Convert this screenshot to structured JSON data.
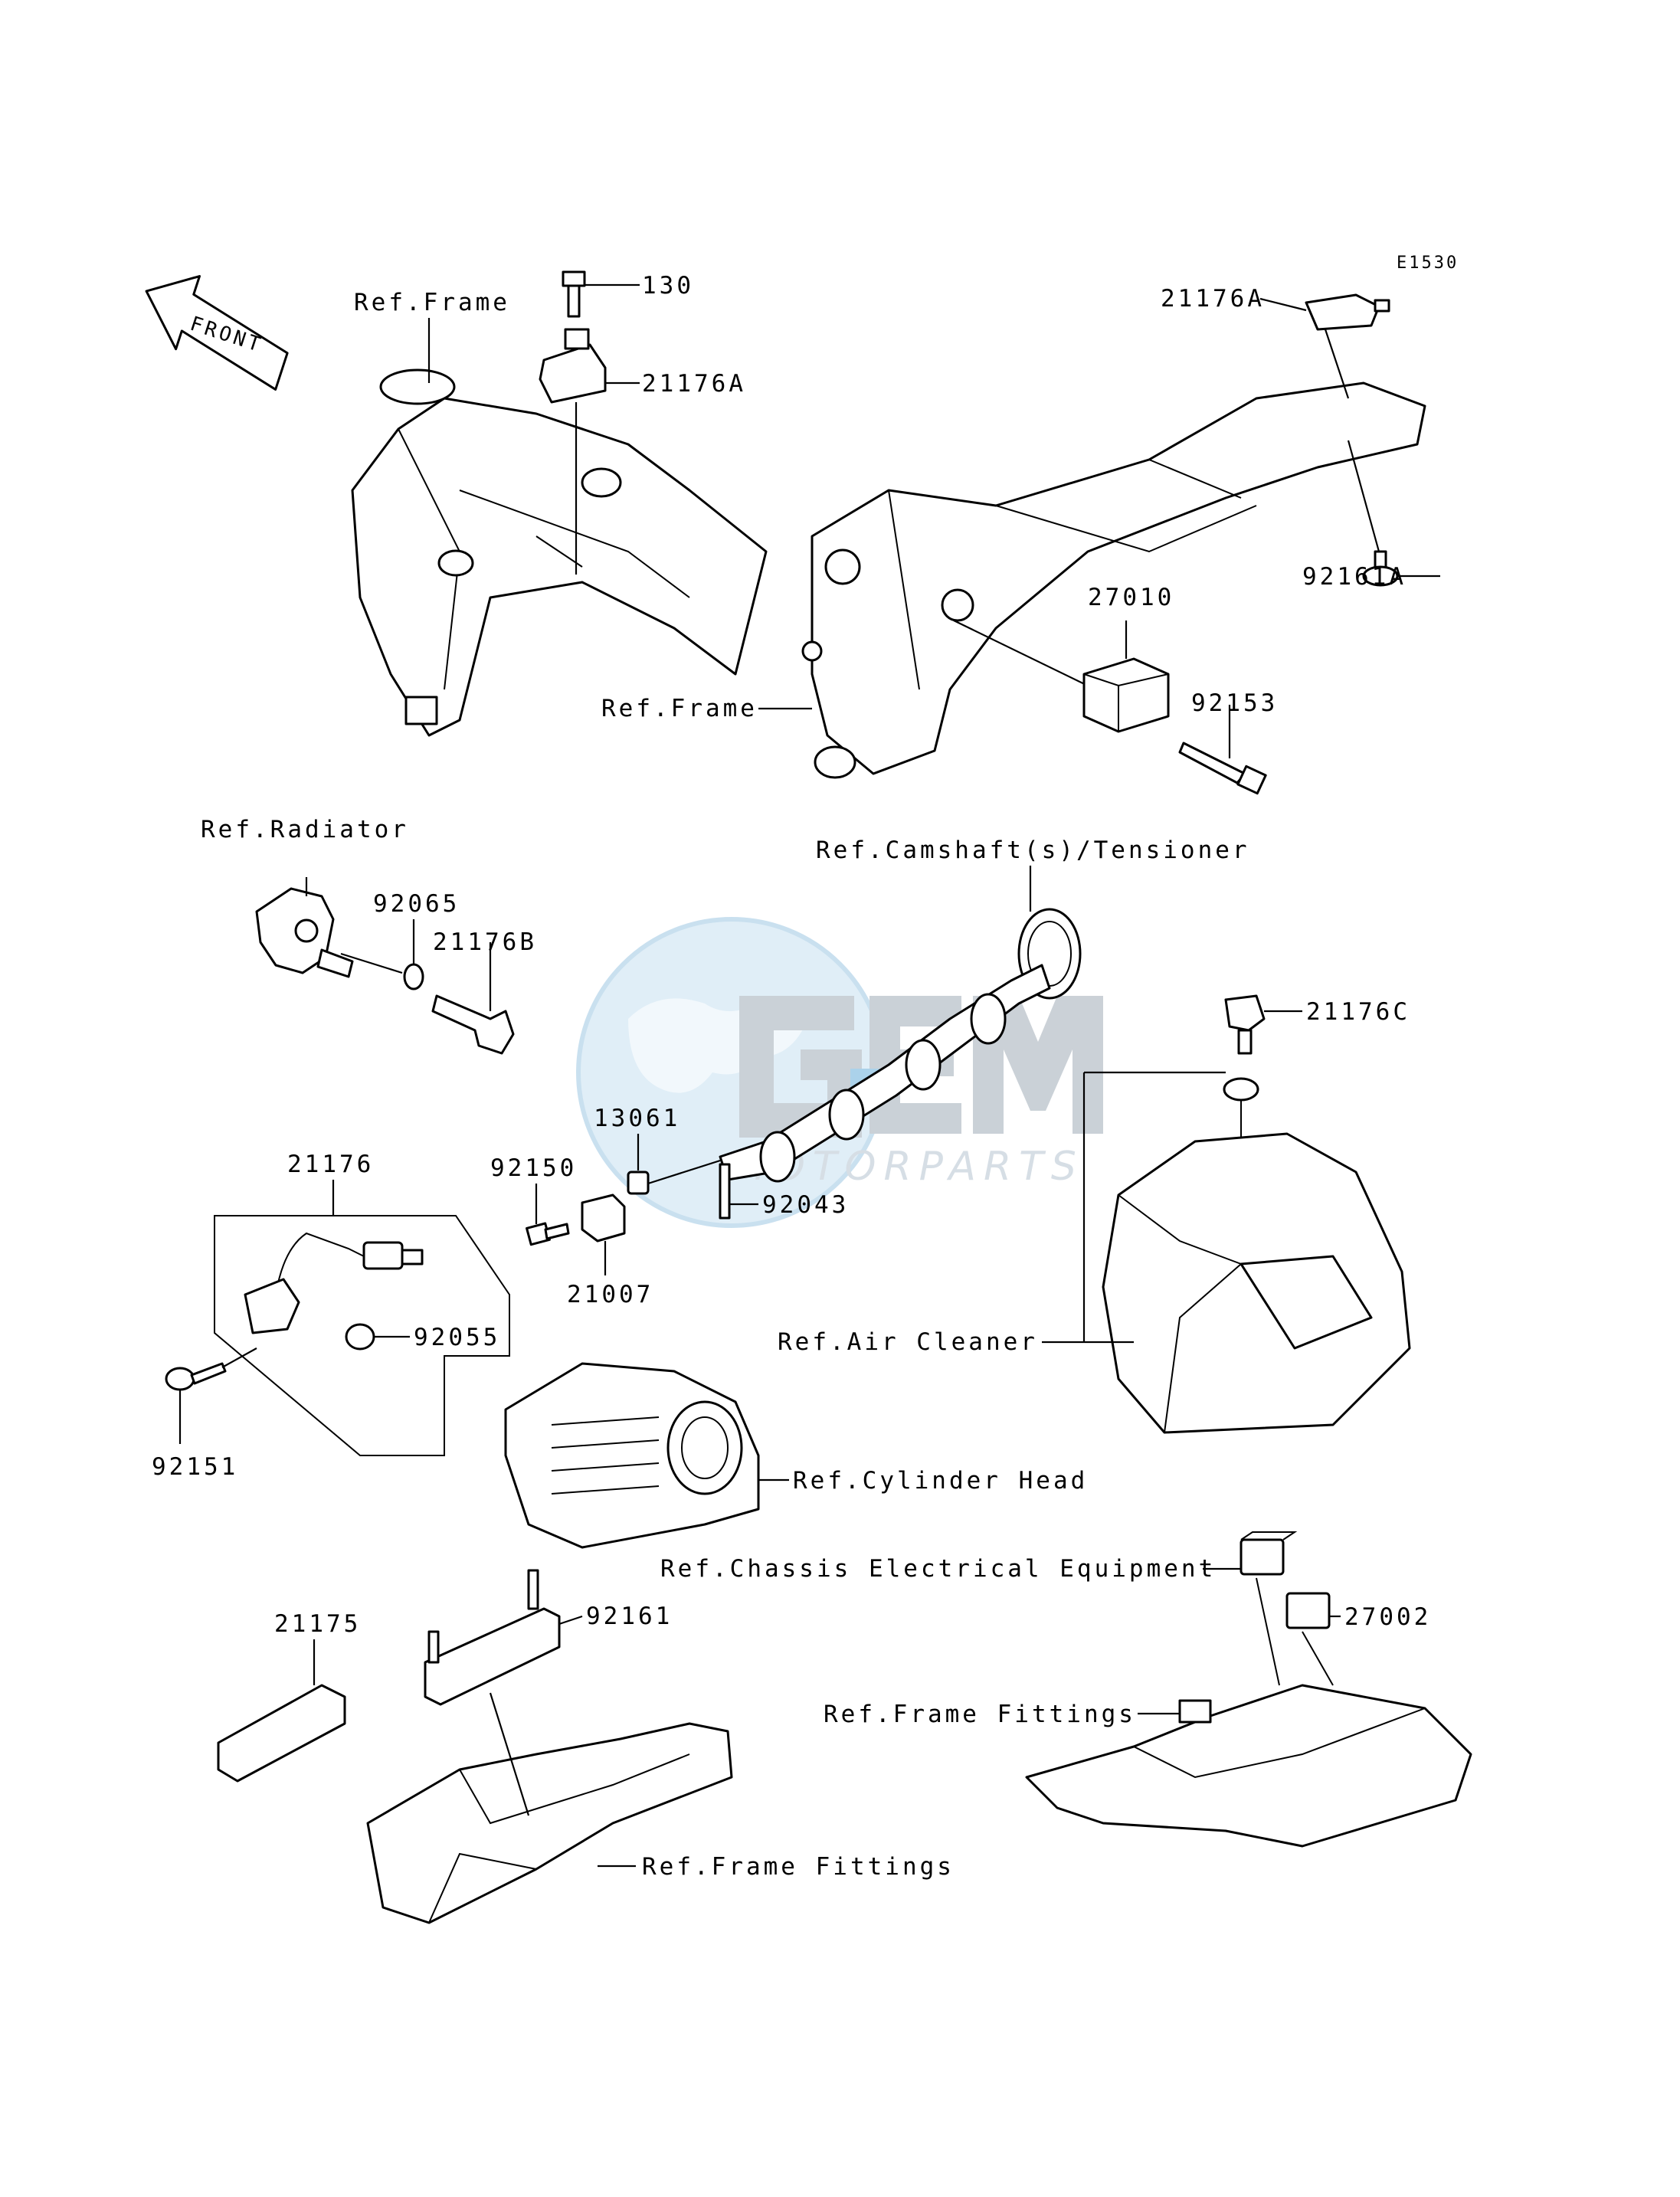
{
  "diagram": {
    "code": "E1530",
    "front_label": "FRONT",
    "watermark": {
      "brand": "GEM",
      "subtitle": "MOTORPARTS"
    },
    "colors": {
      "line": "#000000",
      "watermark_blue": "#bcd9ec",
      "watermark_grey": "#c7cdd3"
    },
    "labels": {
      "p130": "130",
      "p21176A_left": "21176A",
      "p21176A_right": "21176A",
      "p92161A": "92161A",
      "p27010": "27010",
      "p92153": "92153",
      "ref_frame_1": "Ref.Frame",
      "ref_frame_2": "Ref.Frame",
      "ref_radiator": "Ref.Radiator",
      "p92065": "92065",
      "p21176B": "21176B",
      "ref_camshaft": "Ref.Camshaft(s)/Tensioner",
      "p21176C": "21176C",
      "p13061": "13061",
      "p92150": "92150",
      "p92043": "92043",
      "p21007": "21007",
      "p21176": "21176",
      "p92055": "92055",
      "p92151": "92151",
      "ref_air_cleaner": "Ref.Air Cleaner",
      "ref_cylinder_head": "Ref.Cylinder Head",
      "ref_chassis": "Ref.Chassis Electrical Equipment",
      "p27002": "27002",
      "p21175": "21175",
      "p92161": "92161",
      "ref_frame_fittings_1": "Ref.Frame Fittings",
      "ref_frame_fittings_2": "Ref.Frame Fittings"
    }
  }
}
